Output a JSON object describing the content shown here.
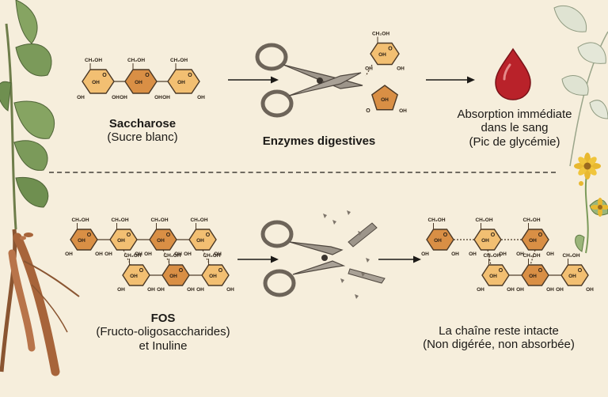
{
  "colors": {
    "background": "#f6eedc",
    "glucose": "#f2bf72",
    "fructose": "#d98f45",
    "ring_stroke": "#4a3826",
    "blood_drop": "#b9222a",
    "flower": "#e8b830",
    "leaf": "#7b9a5a",
    "root": "#a7643a",
    "scissors": "#6d6459",
    "divider": "#6f6a60"
  },
  "icons": [
    "plant-root-icon",
    "scissors-icon",
    "broken-scissors-icon",
    "blood-drop-icon",
    "herb-flower-icon"
  ],
  "top_row": {
    "input": {
      "title": "Saccharose",
      "subtitle": "(Sucre blanc)"
    },
    "process": {
      "title": "Enzymes digestives"
    },
    "output": {
      "line1": "Absorption immédiate",
      "line2": "dans le sang",
      "line3": "(Pic de glycémie)"
    }
  },
  "bottom_row": {
    "input": {
      "title": "FOS",
      "line2": "(Fructo-oligosaccharides)",
      "line3": "et Inuline"
    },
    "output": {
      "line1": "La chaîne reste intacte",
      "line2": "(Non digérée, non absorbée)"
    }
  },
  "ring_labels": {
    "oh": "OH",
    "ch2oh": "CH₂OH",
    "ch2": "CH₂OH"
  }
}
